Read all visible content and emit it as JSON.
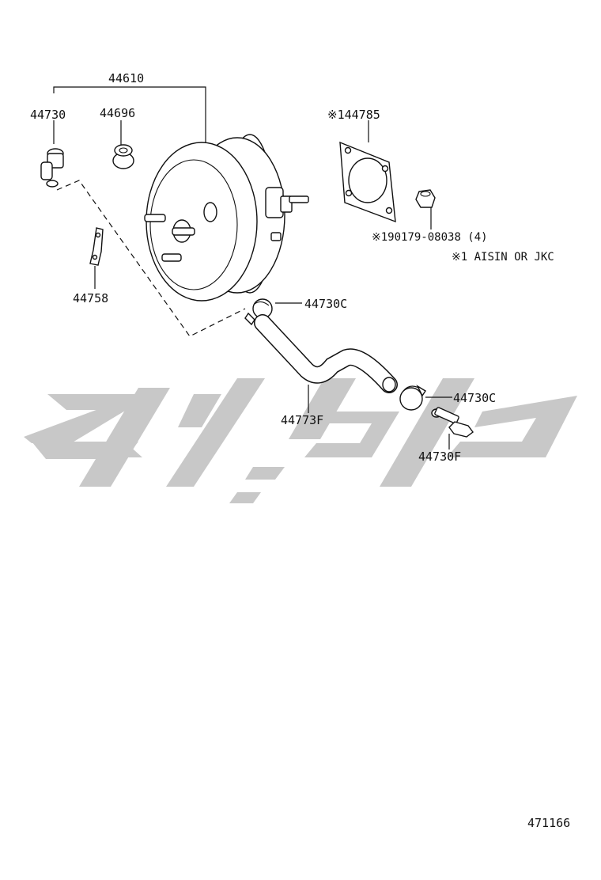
{
  "labels": {
    "booster_assembly": "44610",
    "check_valve": "44730",
    "grommet": "44696",
    "gasket": "※144785",
    "nut": "※190179-08038 (4)",
    "maker_note": "※1 AISIN OR JKC",
    "bracket": "44758",
    "clip_upper": "44730C",
    "vacuum_hose": "44773F",
    "clip_lower": "44730C",
    "union": "44730F",
    "illustration_number": "471166"
  }
}
